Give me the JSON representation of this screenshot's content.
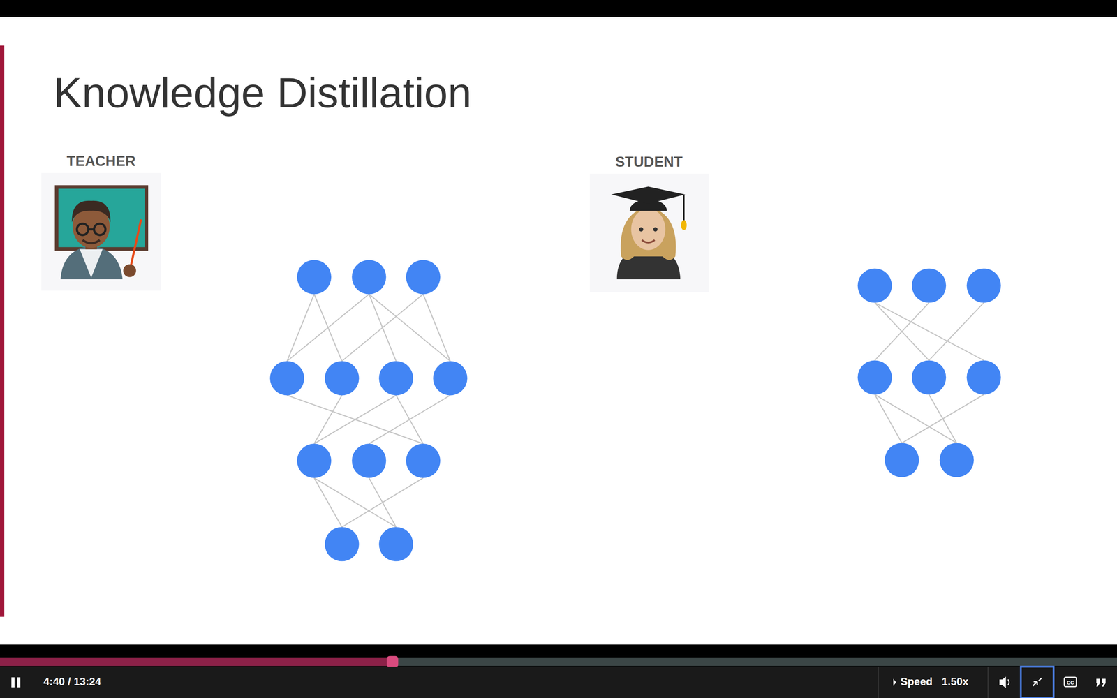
{
  "diagram": {
    "title": "Knowledge Distillation",
    "labels": [
      "TEACHER",
      "STUDENT",
      "4:40 / 13:24",
      "Speed",
      "1.50x"
    ]
  }
}
